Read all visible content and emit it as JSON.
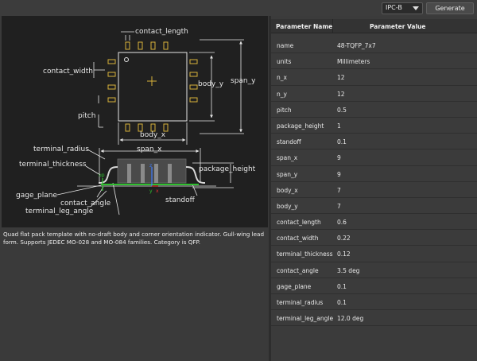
{
  "toolbar": {
    "standard_select": "IPC-B",
    "generate_label": "Generate"
  },
  "diagram": {
    "labels": {
      "contact_length": "contact_length",
      "contact_width": "contact_width",
      "pitch": "pitch",
      "body_y": "body_y",
      "span_y": "span_y",
      "body_x": "body_x",
      "terminal_radius": "terminal_radius",
      "span_x": "span_x",
      "terminal_thickness": "terminal_thickness",
      "package_height": "package_height",
      "gage_plane": "gage_plane",
      "contact_angle": "contact_angle",
      "standoff": "standoff",
      "terminal_leg_angle": "terminal_leg_angle",
      "axis_up": "up",
      "axis_z": "z",
      "axis_y": "y",
      "axis_x": "x"
    },
    "colors": {
      "background": "#202020",
      "outline": "#e6e6e6",
      "pad": "#d8b23a",
      "axis_green": "#2fbf2f",
      "axis_blue": "#3d7bff",
      "axis_red": "#e03030",
      "marker": "#d8b23a"
    }
  },
  "description": "Quad flat pack template with no-draft body and corner orientation indicator. Gull-wing lead form. Supports JEDEC MO-028 and MO-084 families. Category is QFP.",
  "table": {
    "headers": {
      "name": "Parameter Name",
      "value": "Parameter Value"
    },
    "rows": [
      {
        "name": "name",
        "value": "48-TQFP_7x7"
      },
      {
        "name": "units",
        "value": "Millimeters"
      },
      {
        "name": "n_x",
        "value": "12"
      },
      {
        "name": "n_y",
        "value": "12"
      },
      {
        "name": "pitch",
        "value": "0.5"
      },
      {
        "name": "package_height",
        "value": "1"
      },
      {
        "name": "standoff",
        "value": "0.1"
      },
      {
        "name": "span_x",
        "value": "9"
      },
      {
        "name": "span_y",
        "value": "9"
      },
      {
        "name": "body_x",
        "value": "7"
      },
      {
        "name": "body_y",
        "value": "7"
      },
      {
        "name": "contact_length",
        "value": "0.6"
      },
      {
        "name": "contact_width",
        "value": "0.22"
      },
      {
        "name": "terminal_thickness",
        "value": "0.12"
      },
      {
        "name": "contact_angle",
        "value": "3.5 deg"
      },
      {
        "name": "gage_plane",
        "value": "0.1"
      },
      {
        "name": "terminal_radius",
        "value": "0.1"
      },
      {
        "name": "terminal_leg_angle",
        "value": "12.0 deg"
      }
    ]
  }
}
